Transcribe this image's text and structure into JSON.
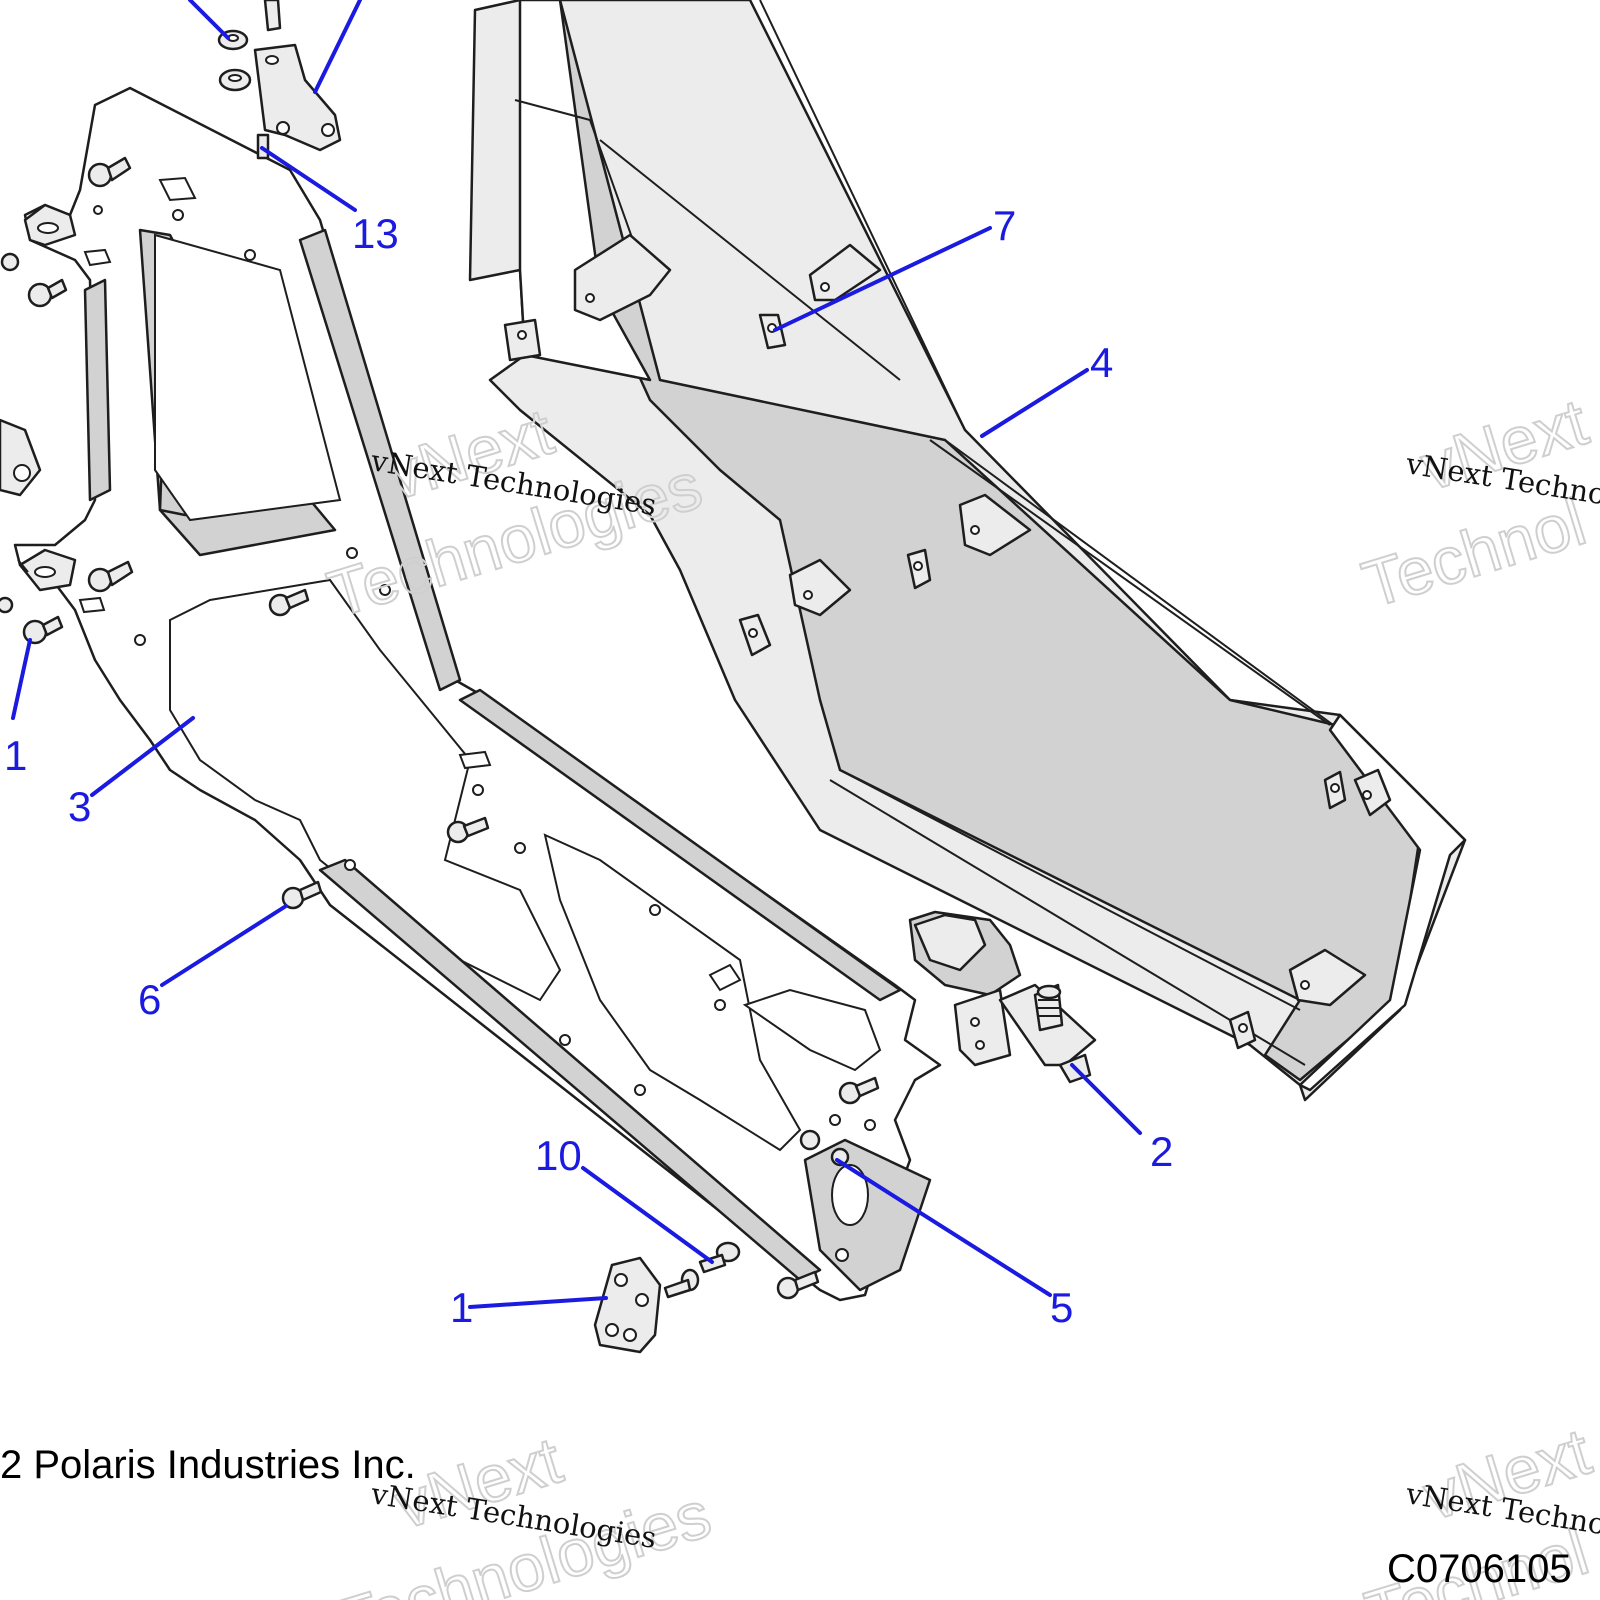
{
  "callouts": [
    {
      "id": "c13",
      "label": "13"
    },
    {
      "id": "c7",
      "label": "7"
    },
    {
      "id": "c4",
      "label": "4"
    },
    {
      "id": "c1a",
      "label": "1"
    },
    {
      "id": "c3",
      "label": "3"
    },
    {
      "id": "c6",
      "label": "6"
    },
    {
      "id": "c2",
      "label": "2"
    },
    {
      "id": "c10",
      "label": "10"
    },
    {
      "id": "c1b",
      "label": "1"
    },
    {
      "id": "c5",
      "label": "5"
    }
  ],
  "watermark": {
    "serif_text": "vNext Technologies",
    "outline_line1": "vNext",
    "outline_line2": "Technologies",
    "outline_partial_line2": "Technol",
    "serif_partial": "vNext Techno"
  },
  "footer": {
    "copyright": "2 Polaris Industries Inc.",
    "figure_code": "C0706105"
  }
}
